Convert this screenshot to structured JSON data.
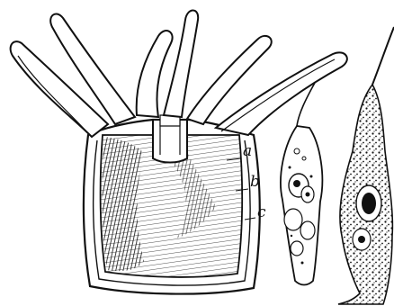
{
  "figure": {
    "labels": {
      "a": "a",
      "b": "b",
      "c": "c"
    },
    "colors": {
      "ink": "#111111",
      "paper": "#ffffff"
    }
  }
}
